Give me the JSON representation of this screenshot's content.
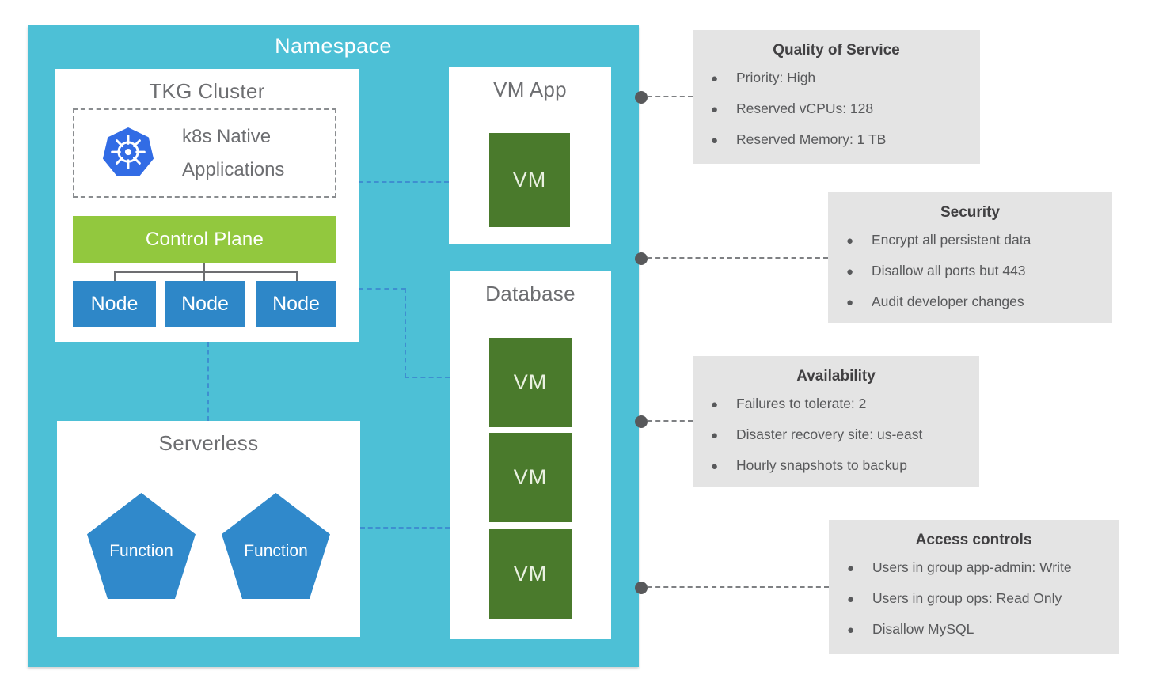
{
  "namespace": {
    "label": "Namespace",
    "tkg": {
      "title": "TKG Cluster",
      "k8s_apps": {
        "icon": "kubernetes-icon",
        "line1": "k8s Native",
        "line2": "Applications"
      },
      "control_plane_label": "Control Plane",
      "nodes": [
        "Node",
        "Node",
        "Node"
      ]
    },
    "vm_app": {
      "title": "VM App",
      "vms": [
        "VM"
      ]
    },
    "database": {
      "title": "Database",
      "vms": [
        "VM",
        "VM",
        "VM"
      ]
    },
    "serverless": {
      "title": "Serverless",
      "functions": [
        "Function",
        "Function"
      ]
    }
  },
  "callouts": [
    {
      "title": "Quality of Service",
      "items": [
        "Priority: High",
        "Reserved vCPUs: 128",
        "Reserved Memory: 1 TB"
      ]
    },
    {
      "title": "Security",
      "items": [
        "Encrypt all persistent data",
        "Disallow all ports but 443",
        "Audit developer changes"
      ]
    },
    {
      "title": "Availability",
      "items": [
        "Failures to tolerate: 2",
        "Disaster recovery site: us-east",
        "Hourly snapshots to backup"
      ]
    },
    {
      "title": "Access controls",
      "items": [
        "Users in group app-admin: Write",
        "Users in group ops: Read Only",
        "Disallow MySQL"
      ]
    }
  ],
  "colors": {
    "namespace_teal": "#4DC0D6",
    "node_blue": "#2E87C8",
    "pentagon_blue": "#3089CB",
    "control_plane_green": "#92C83E",
    "vm_green": "#4A7A2C",
    "kubernetes_blue": "#326CE5",
    "callout_bg": "#E4E4E4",
    "label_gray": "#6D6E71",
    "callout_text": "#58595B",
    "dashed_blue": "#3E8FD0",
    "connector_gray": "#7E8083"
  }
}
